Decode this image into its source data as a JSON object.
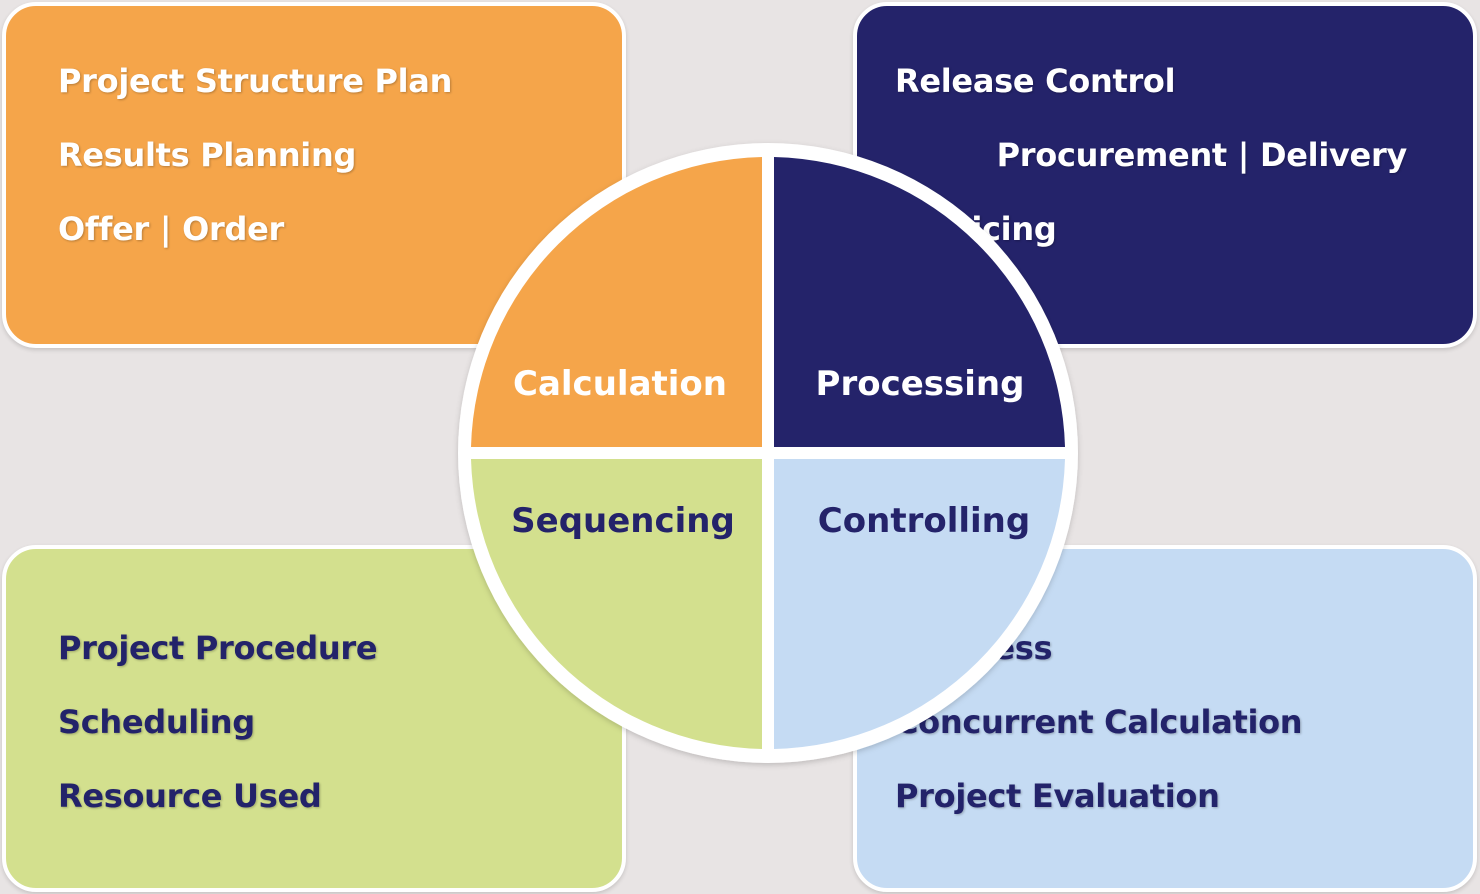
{
  "colors": {
    "orange": "#f5a54a",
    "navy": "#24236a",
    "green": "#d3e08e",
    "light_blue": "#c5dbf3",
    "background": "#e8e4e4",
    "white": "#ffffff"
  },
  "quadrants": {
    "calculation": "Calculation",
    "processing": "Processing",
    "sequencing": "Sequencing",
    "controlling": "Controlling"
  },
  "panels": {
    "top_left": {
      "items": [
        "Project Structure Plan",
        "Results Planning",
        "Offer | Order"
      ]
    },
    "top_right": {
      "items": [
        "Release Control",
        "Procurement | Delivery",
        "Invoicing"
      ]
    },
    "bottom_left": {
      "items": [
        "Project Procedure",
        "Scheduling",
        "Resource Used"
      ]
    },
    "bottom_right": {
      "items": [
        "Progress",
        "Concurrent Calculation",
        "Project Evaluation"
      ]
    }
  }
}
